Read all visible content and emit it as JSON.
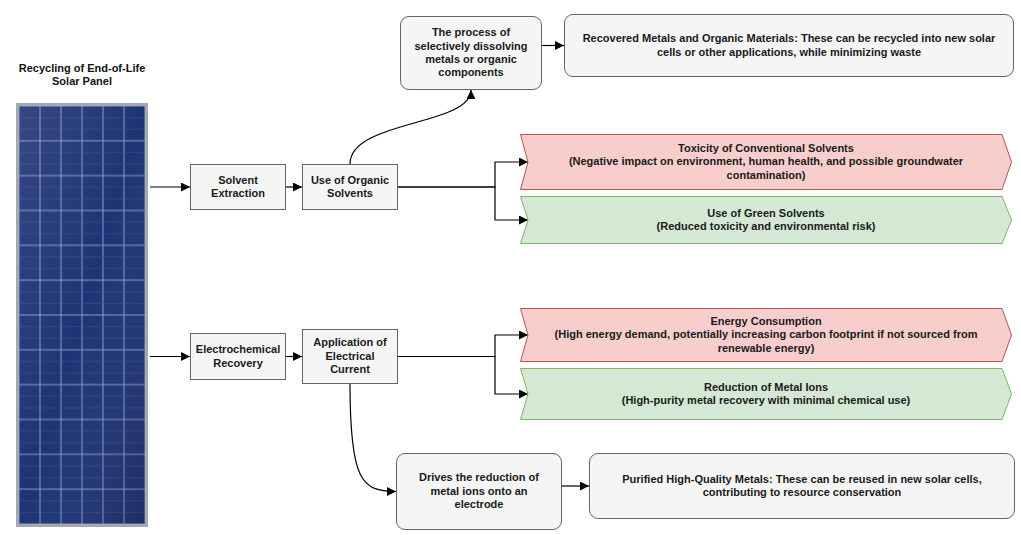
{
  "diagram": {
    "nodes": [
      {
        "text": [
          "Recycling of End-of-Life Solar Panel"
        ]
      },
      {
        "text": [
          "Solvent Extraction"
        ]
      },
      {
        "text": [
          "Use of Organic Solvents"
        ]
      },
      {
        "text": [
          "The process of selectively dissolving metals or organic components"
        ]
      },
      {
        "text": [
          "Recovered Metals and Organic Materials: These can be recycled into new solar cells or other applications, while minimizing waste"
        ]
      },
      {
        "text": [
          "Toxicity of Conventional Solvents",
          "(Negative impact on environment, human health, and possible groundwater contamination)"
        ]
      },
      {
        "text": [
          "Use of Green Solvents",
          "(Reduced toxicity and environmental risk)"
        ]
      },
      {
        "text": [
          "Electrochemical Recovery"
        ]
      },
      {
        "text": [
          "Application of Electrical Current"
        ]
      },
      {
        "text": [
          "Energy Consumption",
          "(High energy demand, potentially increasing carbon footprint if not sourced from renewable energy)"
        ]
      },
      {
        "text": [
          "Reduction of Metal Ions",
          "(High-purity metal recovery with minimal chemical use)"
        ]
      },
      {
        "text": [
          "Drives the reduction of metal ions onto an electrode"
        ]
      },
      {
        "text": [
          "Purified High-Quality Metals: These can be reused in new solar cells, contributing to resource conservation"
        ]
      }
    ],
    "edges": [
      {
        "from": 0,
        "to": 1,
        "arrow": "to"
      },
      {
        "from": 1,
        "to": 2,
        "arrow": "to"
      },
      {
        "from": 2,
        "to": 3,
        "arrow": "to"
      },
      {
        "from": 3,
        "to": 4,
        "arrow": "to"
      },
      {
        "from": 2,
        "to": 5,
        "arrow": "to"
      },
      {
        "from": 2,
        "to": 6,
        "arrow": "to"
      },
      {
        "from": 0,
        "to": 7,
        "arrow": "to"
      },
      {
        "from": 7,
        "to": 8,
        "arrow": "to"
      },
      {
        "from": 8,
        "to": 9,
        "arrow": "to"
      },
      {
        "from": 8,
        "to": 10,
        "arrow": "to"
      },
      {
        "from": 8,
        "to": 11,
        "arrow": "to"
      },
      {
        "from": 11,
        "to": 12,
        "arrow": "to"
      }
    ]
  }
}
